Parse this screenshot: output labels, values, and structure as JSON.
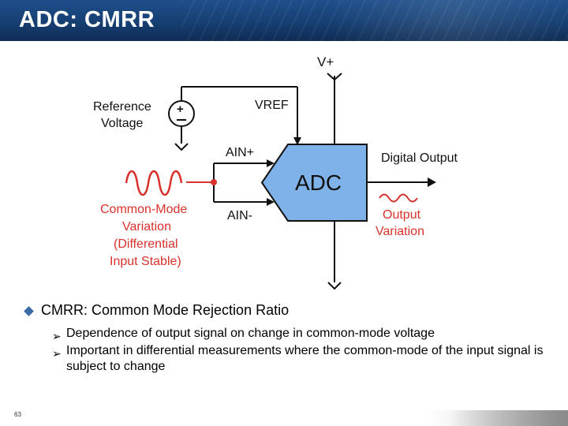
{
  "slide": {
    "title": "ADC: CMRR",
    "page_number": "63"
  },
  "diagram": {
    "vplus": "V+",
    "reference_line1": "Reference",
    "reference_line2": "Voltage",
    "vref": "VREF",
    "ain_plus": "AIN+",
    "ain_minus": "AIN-",
    "adc": "ADC",
    "digital_output": "Digital Output",
    "output_variation_line1": "Output",
    "output_variation_line2": "Variation",
    "cm_line1": "Common-Mode",
    "cm_line2": "Variation",
    "cm_line3": "(Differential",
    "cm_line4": "Input Stable)",
    "colors": {
      "adc_fill": "#7fb2e8",
      "red": "#d9312b",
      "wire": "#111111",
      "title_bar": "#173f72"
    }
  },
  "bullets": {
    "main": "CMRR: Common Mode Rejection Ratio",
    "subs": [
      "Dependence of output signal on change in common-mode voltage",
      "Important in differential measurements where the common-mode of the input signal is subject to change"
    ]
  }
}
